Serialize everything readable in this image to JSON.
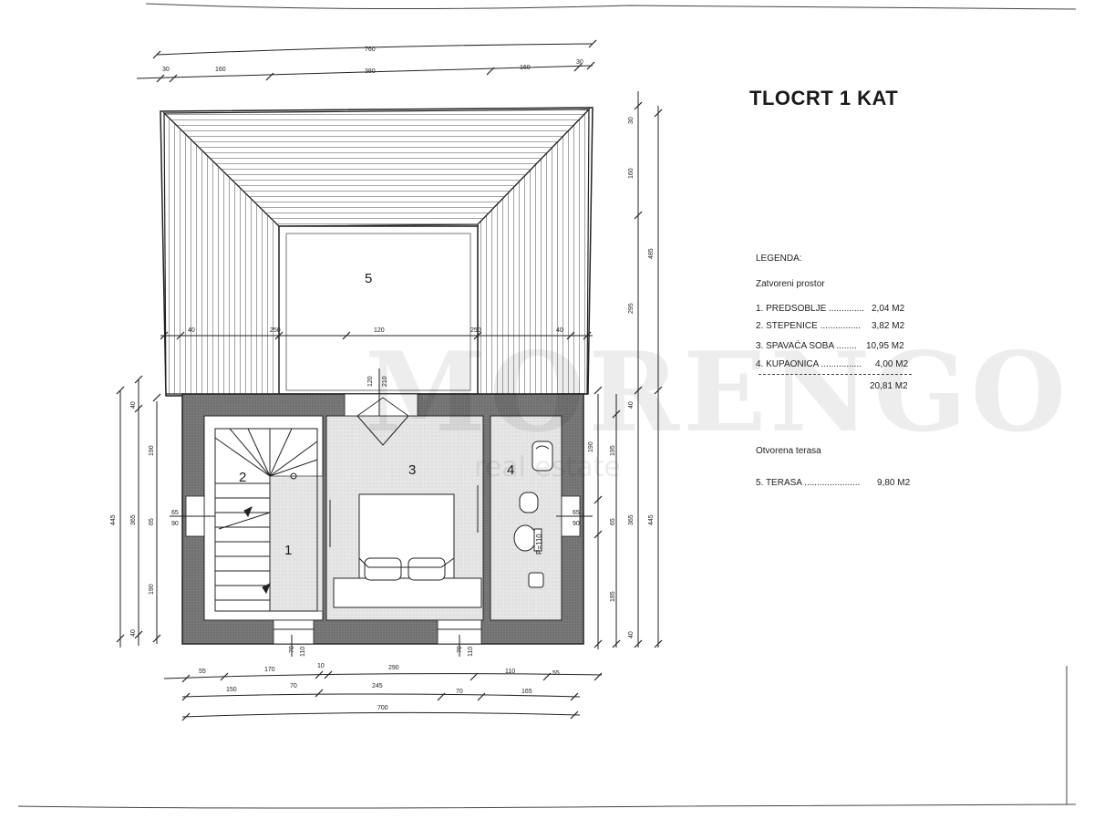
{
  "title": "TLOCRT 1 KAT",
  "legend": {
    "heading": "LEGENDA:",
    "closed_heading": "Zatvoreni prostor",
    "closed_items": [
      {
        "label": "1. PREDSOBLJE ..............",
        "value": "2,04 M2"
      },
      {
        "label": "2. STEPENICE ................",
        "value": "3,82 M2"
      },
      {
        "label": "3. SPAVAĆA SOBA ........",
        "value": "10,95 M2"
      },
      {
        "label": "4. KUPAONICA ................",
        "value": "4,00 M2"
      }
    ],
    "total": "20,81 M2",
    "open_heading": "Otvorena terasa",
    "open_items": [
      {
        "label": "5. TERASA ......................",
        "value": "9,80 M2"
      }
    ]
  },
  "rooms": [
    "1",
    "2",
    "3",
    "4",
    "5"
  ],
  "bath_label": "P=110",
  "watermark": {
    "brand": "MORENGO",
    "sub": "real estate"
  },
  "dimensions": {
    "top_row1": [
      "760"
    ],
    "top_row2": [
      "30",
      "160",
      "380",
      "160",
      "30"
    ],
    "terrace_row": [
      "40",
      "250",
      "120",
      "250",
      "40"
    ],
    "door_vertical": [
      "120",
      "210"
    ],
    "right_outer": [
      "30",
      "160",
      "295",
      "485",
      "40",
      "195",
      "65",
      "190",
      "365",
      "445",
      "185",
      "40"
    ],
    "left_outer": [
      "445",
      "365",
      "40",
      "190",
      "65",
      "190",
      "40",
      "65",
      "90"
    ],
    "right_window": [
      "65",
      "90"
    ],
    "bottom_window": [
      "70",
      "110",
      "70",
      "110"
    ],
    "bottom_row1": [
      "55",
      "170",
      "10",
      "290",
      "110",
      "55"
    ],
    "bottom_row2": [
      "150",
      "70",
      "245",
      "70",
      "165"
    ],
    "bottom_row3": [
      "700"
    ]
  }
}
